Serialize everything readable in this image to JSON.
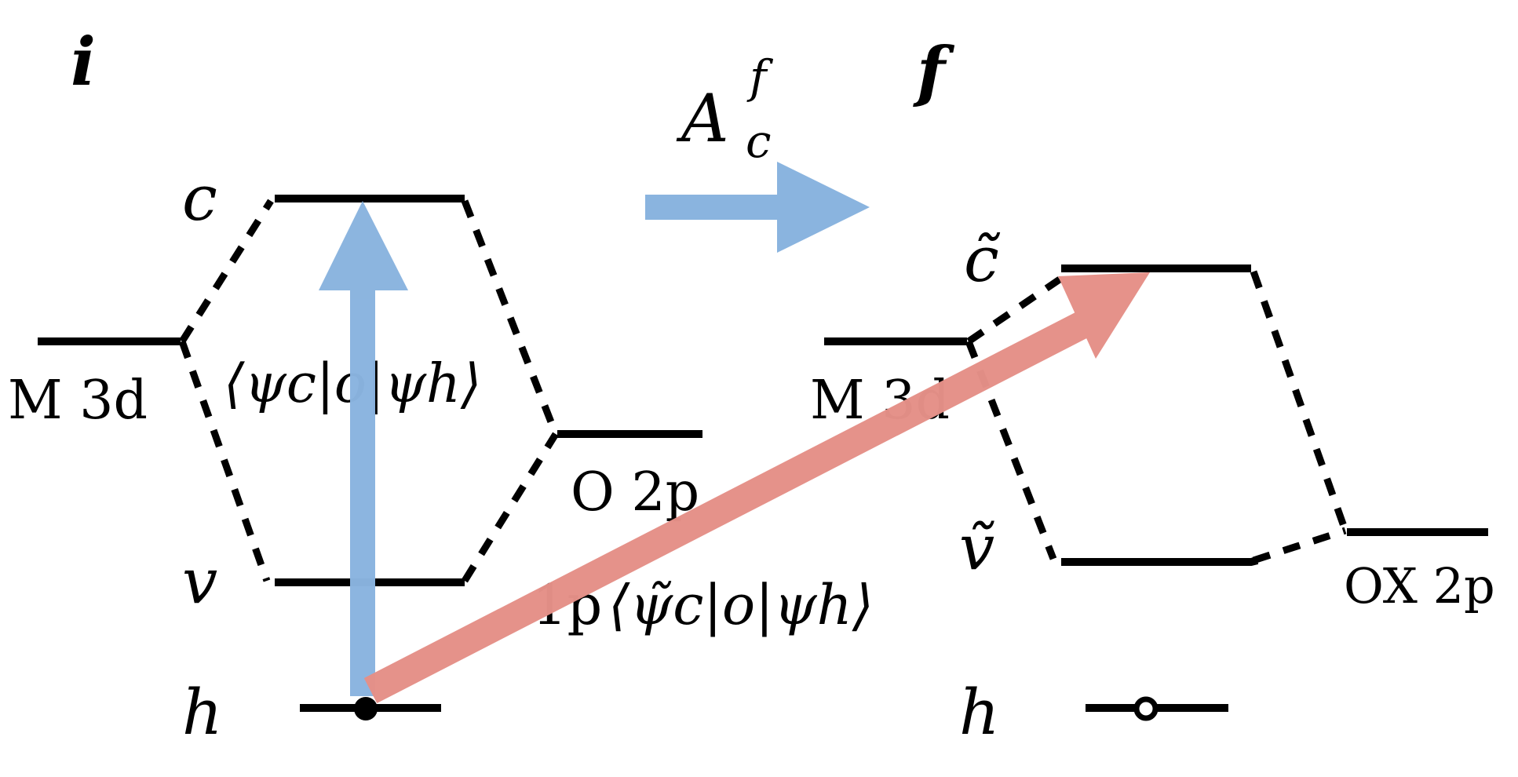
{
  "panels": {
    "initial": {
      "label": "i",
      "levels": {
        "c": "c",
        "v": "v",
        "h": "h"
      },
      "metal": "M 3d",
      "ligand": "O 2p",
      "matrix_element": "⟨ψc|o|ψh⟩"
    },
    "final": {
      "label": "f",
      "levels": {
        "c": "c̃",
        "v": "ṽ",
        "h": "h"
      },
      "metal": "M 3d",
      "ligand": "OX 2p"
    }
  },
  "transition": {
    "operator": "A",
    "operator_sup": "f",
    "operator_sub": "c"
  },
  "one_particle": {
    "prefix": "1p",
    "matrix_element": "⟨ψ̃c|o|ψh⟩"
  },
  "colors": {
    "blue_arrow": "#8ab4df",
    "red_arrow": "#e59088",
    "line": "#000000"
  }
}
